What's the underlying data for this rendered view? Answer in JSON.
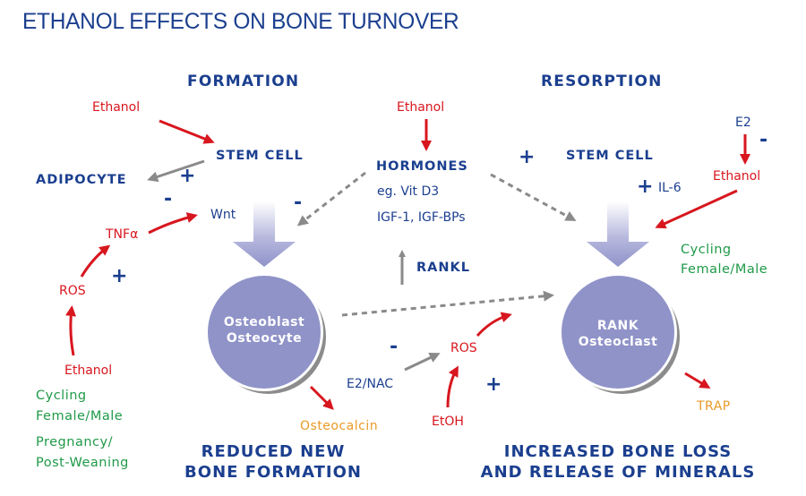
{
  "title": "ETHANOL EFFECTS ON BONE TURNOVER",
  "colors": {
    "title_blue": "#1b3f8f",
    "inhibit_red": "#d8161e",
    "condition_green": "#1f9a48",
    "marker_orange": "#e89a28",
    "cell_purple": "#8f93c8",
    "gray_arrow": "#8a8a8a"
  },
  "formation": {
    "header": "FORMATION",
    "ethanol_top": "Ethanol",
    "stem_cell": "STEM CELL",
    "adipocyte": "ADIPOCYTE",
    "plus_adipocyte": "+",
    "minus_wnt": "-",
    "wnt": "Wnt",
    "minus_hormone": "-",
    "tnf": "TNFα",
    "plus_ros": "+",
    "ros": "ROS",
    "ethanol_bottom": "Ethanol",
    "conditions": [
      "Cycling",
      "Female/Male",
      "Pregnancy/",
      "Post-Weaning"
    ],
    "cell_lines": [
      "Osteoblast",
      "Osteocyte"
    ],
    "marker": "Osteocalcin",
    "outcome_lines": [
      "REDUCED NEW",
      "BONE FORMATION"
    ]
  },
  "center": {
    "ethanol": "Ethanol",
    "hormones": "HORMONES",
    "hormone_examples": [
      "eg. Vit D3",
      "IGF-1, IGF-BPs"
    ],
    "rankl": "RANKL",
    "minus_e2nac": "-",
    "e2nac": "E2/NAC",
    "ros": "ROS",
    "plus_etoh": "+",
    "etoh": "EtOH"
  },
  "resorption": {
    "header": "RESORPTION",
    "plus_stem": "+",
    "stem_cell": "STEM CELL",
    "plus_il6": "+",
    "il6": "IL-6",
    "e2": "E2",
    "minus_e2": "-",
    "ethanol": "Ethanol",
    "conditions": [
      "Cycling",
      "Female/Male"
    ],
    "cell_lines": [
      "RANK",
      "Osteoclast"
    ],
    "marker": "TRAP",
    "outcome_lines": [
      "INCREASED BONE LOSS",
      "AND RELEASE OF MINERALS"
    ]
  }
}
